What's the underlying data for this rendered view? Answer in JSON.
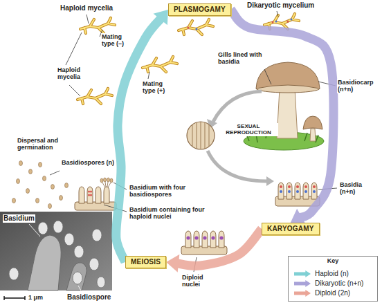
{
  "diagram": {
    "nodes": [
      {
        "text": [
          "PLASMOGAMY"
        ]
      },
      {
        "text": [
          "KARYOGAMY"
        ]
      },
      {
        "text": [
          "MEIOSIS"
        ]
      }
    ],
    "edges": [
      {
        "from": 0,
        "to": 1,
        "arrow": "to"
      },
      {
        "from": 1,
        "to": 2,
        "arrow": "to"
      },
      {
        "from": 2,
        "to": 0,
        "arrow": "to"
      }
    ],
    "labels": [
      "Haploid mycelia",
      "Dikaryotic mycelium",
      "Mating type (–)",
      "Haploid mycelia",
      "Gills lined with basidia",
      "Mating type (+)",
      "Basidiocarp (n+n)",
      "SEXUAL REPRODUCTION",
      "Dispersal and germination",
      "Basidiospores (n)",
      "Basidium with four basidiospores",
      "Basidium containing four haploid nuclei",
      "Basidia (n+n)",
      "Basidium",
      "Diploid nuclei",
      "Key",
      "Basidiospore",
      "1 μm"
    ],
    "legend": [
      {
        "text": "Haploid (n)",
        "color": "#7fd0d4"
      },
      {
        "text": "Dikaryotic (n+n)",
        "color": "#a9a3d8"
      },
      {
        "text": "Diploid (2n)",
        "color": "#eaa597"
      }
    ]
  }
}
